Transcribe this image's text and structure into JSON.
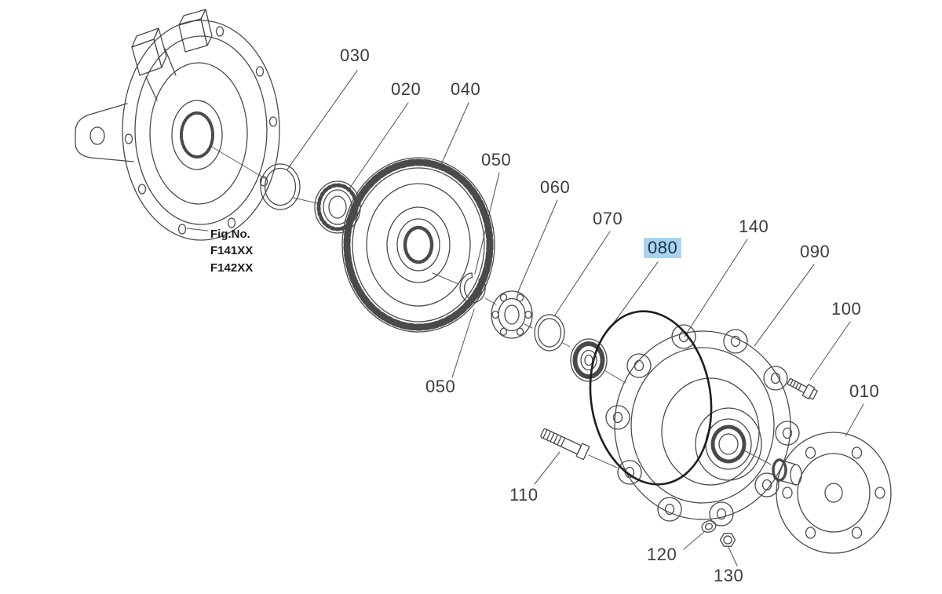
{
  "figure": {
    "fig_no": {
      "caption": "Fig.No.",
      "model_1": "F141XX",
      "model_2": "F142XX"
    }
  },
  "labels": [
    {
      "id": "030",
      "text": "030",
      "highlighted": false
    },
    {
      "id": "020",
      "text": "020",
      "highlighted": false
    },
    {
      "id": "040",
      "text": "040",
      "highlighted": false
    },
    {
      "id": "050-upper",
      "text": "050",
      "highlighted": false
    },
    {
      "id": "060",
      "text": "060",
      "highlighted": false
    },
    {
      "id": "070",
      "text": "070",
      "highlighted": false
    },
    {
      "id": "080",
      "text": "080",
      "highlighted": true
    },
    {
      "id": "140",
      "text": "140",
      "highlighted": false
    },
    {
      "id": "090",
      "text": "090",
      "highlighted": false
    },
    {
      "id": "100",
      "text": "100",
      "highlighted": false
    },
    {
      "id": "010",
      "text": "010",
      "highlighted": false
    },
    {
      "id": "050-lower",
      "text": "050",
      "highlighted": false
    },
    {
      "id": "110",
      "text": "110",
      "highlighted": false
    },
    {
      "id": "120",
      "text": "120",
      "highlighted": false
    },
    {
      "id": "130",
      "text": "130",
      "highlighted": false
    }
  ],
  "colors": {
    "background": "#ffffff",
    "line": "#4a4a4a",
    "label_text": "#3c3c3c",
    "highlight_bg": "#a9d3ef",
    "highlight_text": "#16324f"
  }
}
